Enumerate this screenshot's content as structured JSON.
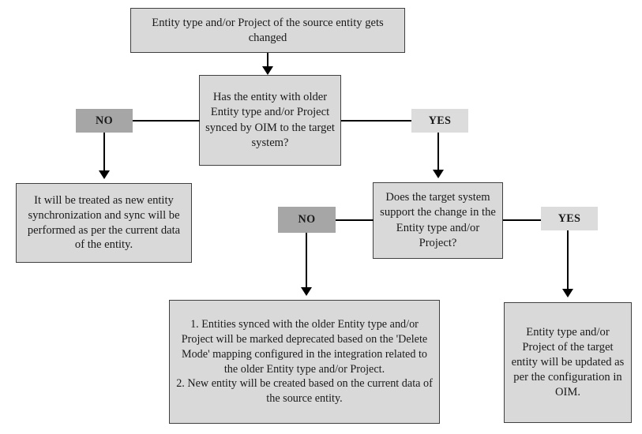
{
  "diagram": {
    "title": "Entity type / Project change synchronization decision flow",
    "colors": {
      "box_fill": "#d9d9d9",
      "box_border": "#404040",
      "no_label_fill": "#a6a6a6",
      "yes_label_fill": "#dcdcdc",
      "connector": "#000000",
      "text": "#1a1a1a",
      "background": "#ffffff"
    },
    "nodes": {
      "start": {
        "type": "process",
        "text": "Entity type and/or Project of the source entity gets changed"
      },
      "decision1": {
        "type": "decision",
        "text": "Has the entity with older Entity type and/or Project synced  by OIM to the target system?"
      },
      "decision1_no_label": {
        "type": "label",
        "text": "NO"
      },
      "decision1_yes_label": {
        "type": "label",
        "text": "YES"
      },
      "result_new_sync": {
        "type": "process",
        "text": "It will be treated as new entity synchronization and sync will be performed as per the current data of the entity."
      },
      "decision2": {
        "type": "decision",
        "text": "Does the target system support the change in the Entity type and/or Project?"
      },
      "decision2_no_label": {
        "type": "label",
        "text": "NO"
      },
      "decision2_yes_label": {
        "type": "label",
        "text": "YES"
      },
      "result_deprecate": {
        "type": "process",
        "text": "1. Entities synced with the older Entity type and/or Project will be marked deprecated based on the 'Delete Mode' mapping configured in the integration related to the older Entity type and/or Project.\n2. New entity will be created based on the current data of the source entity."
      },
      "result_update": {
        "type": "process",
        "text": "Entity type and/or Project of the target entity will be updated as per the configuration in OIM."
      }
    }
  }
}
